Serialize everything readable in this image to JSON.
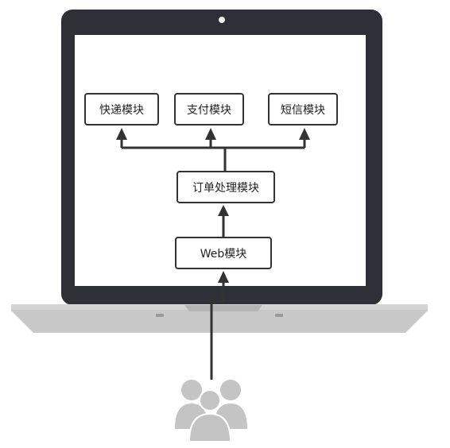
{
  "diagram": {
    "nodes": {
      "express": "快递模块",
      "payment": "支付模块",
      "sms": "短信模块",
      "order": "订单处理模块",
      "web": "Web模块"
    },
    "edges": [
      {
        "from": "users",
        "to": "web"
      },
      {
        "from": "web",
        "to": "order"
      },
      {
        "from": "order",
        "to": "express"
      },
      {
        "from": "order",
        "to": "payment"
      },
      {
        "from": "order",
        "to": "sms"
      }
    ],
    "colors": {
      "laptop_bezel": "#2f3037",
      "laptop_base": "#c8c8c8",
      "line": "#333333",
      "users": "#c4c4c4"
    },
    "icons": [
      "laptop-icon",
      "users-icon",
      "camera-icon"
    ]
  }
}
